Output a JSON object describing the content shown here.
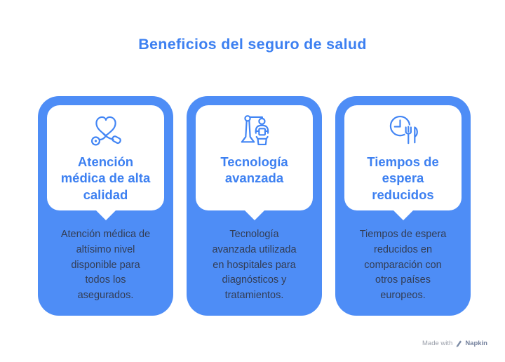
{
  "page": {
    "title": "Beneficios del seguro de salud"
  },
  "colors": {
    "card_blue": "#4e8df6",
    "heading_blue": "#3d80f1",
    "icon_blue": "#4285f4",
    "body_text": "#333d54",
    "bubble_white": "#ffffff",
    "watermark_gray": "#9ba0ab",
    "watermark_brand": "#75829e"
  },
  "cards": [
    {
      "id": "atencion-medica",
      "icon": "heart-stethoscope-icon",
      "heading": "Atención\nmédica de alta\ncalidad",
      "body": "Atención médica de\naltísimo nivel\ndisponible para\ntodos los\nasegurados."
    },
    {
      "id": "tecnologia-avanzada",
      "icon": "xray-machine-icon",
      "heading": "Tecnología\navanzada",
      "body": "Tecnología\navanzada utilizada\nen hospitales para\ndiagnósticos y\ntratamientos."
    },
    {
      "id": "tiempos-espera",
      "icon": "clock-cutlery-icon",
      "heading": "Tiempos de\nespera\nreducidos",
      "body": "Tiempos de espera\nreducidos en\ncomparación con\notros países\neuropeos."
    }
  ],
  "watermark": {
    "prefix": "Made with",
    "brand": "Napkin",
    "icon": "pen-icon"
  }
}
